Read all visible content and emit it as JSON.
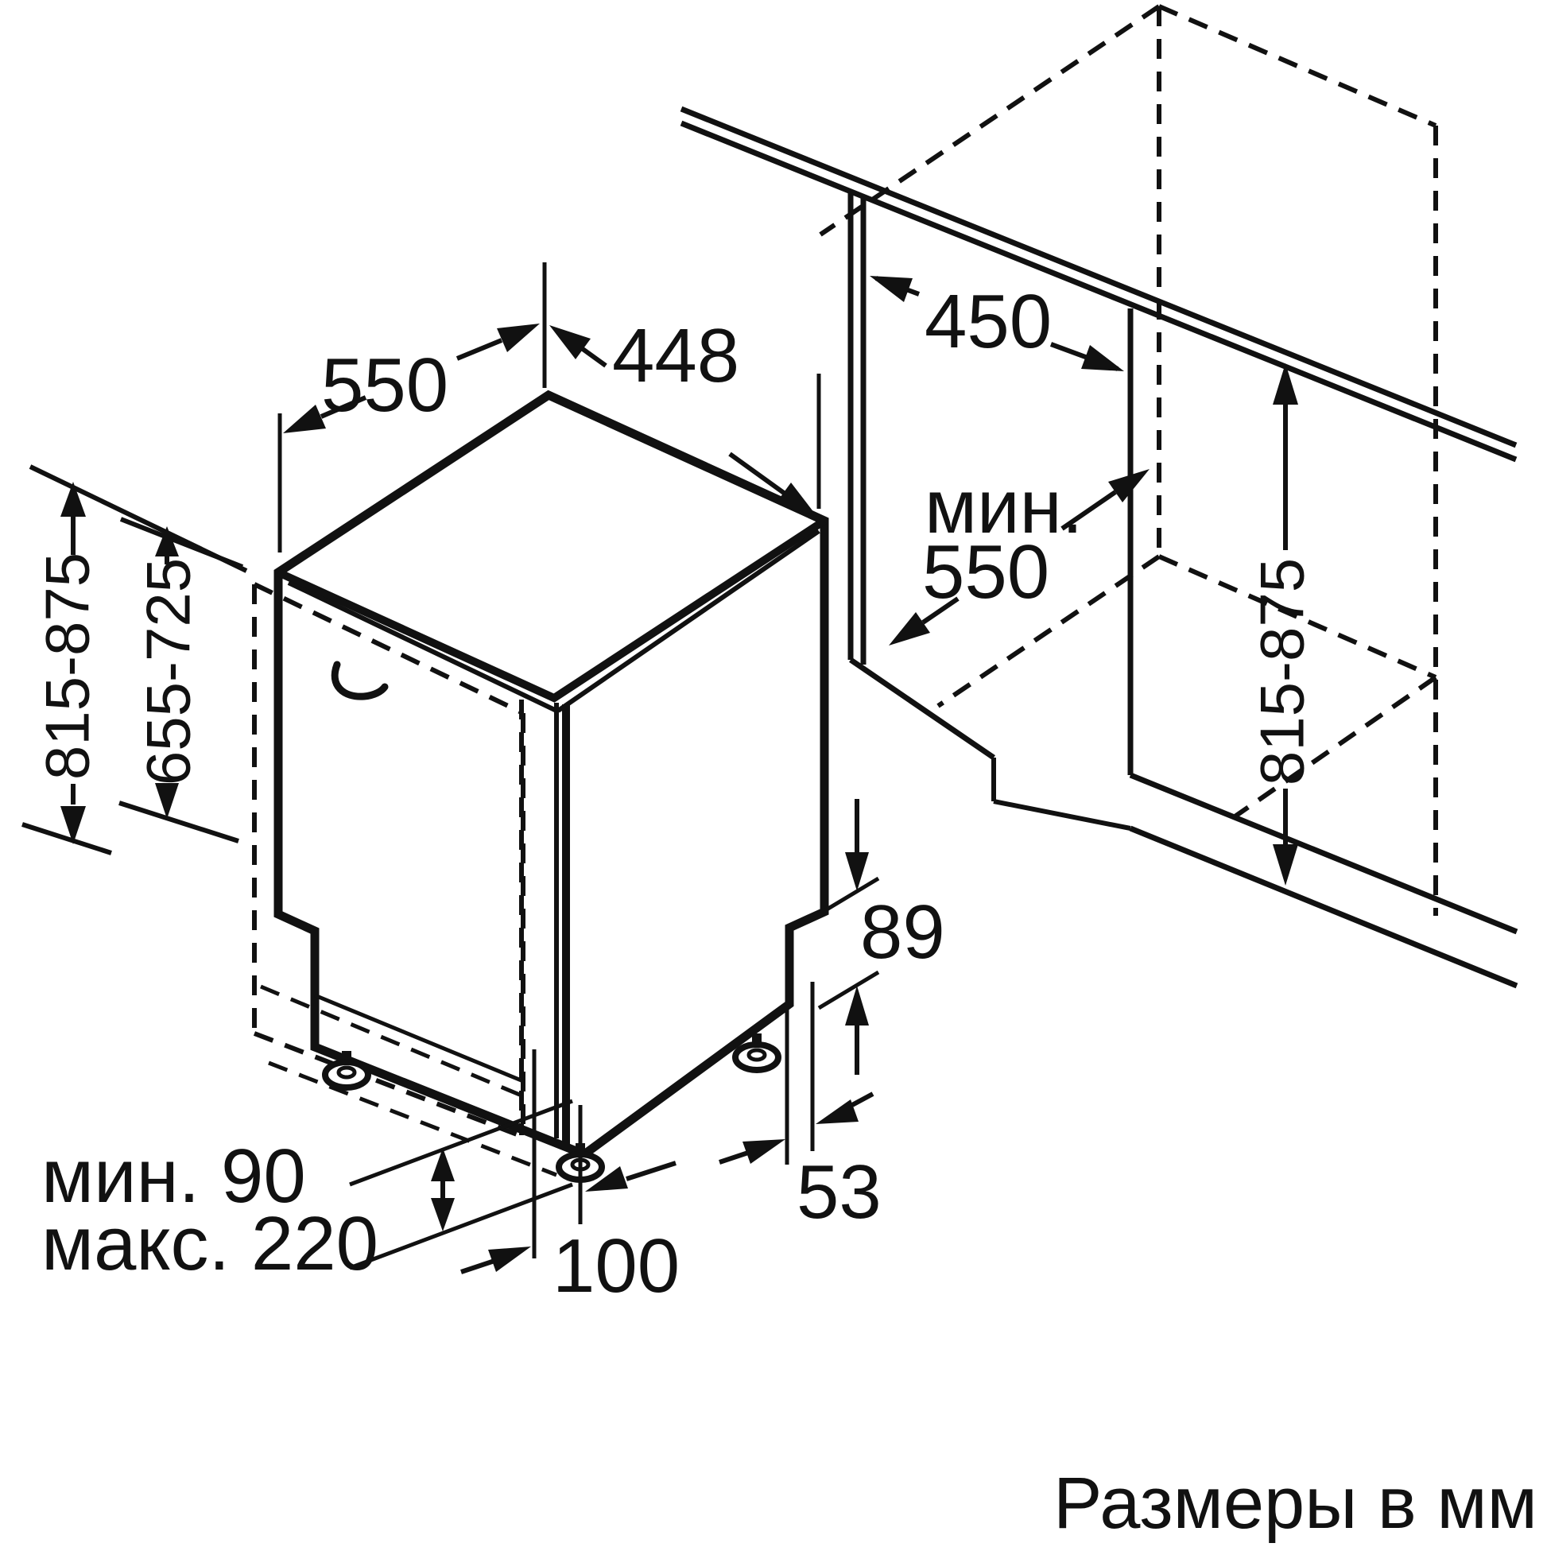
{
  "diagram": {
    "caption": "Размеры в мм",
    "line_color": "#111111",
    "appliance": {
      "top_depth": "550",
      "top_width": "448",
      "height_range": "815-875",
      "door_panel_height_range": "655-725",
      "plinth_clearance_min": "мин. 90",
      "plinth_clearance_max": "макс. 220",
      "foot_inset": "100"
    },
    "niche": {
      "opening_width": "450",
      "depth_min_line1": "мин.",
      "depth_min_line2": "550",
      "height_range": "815-875",
      "plinth_step_height": "89",
      "foot_offset": "53"
    }
  }
}
